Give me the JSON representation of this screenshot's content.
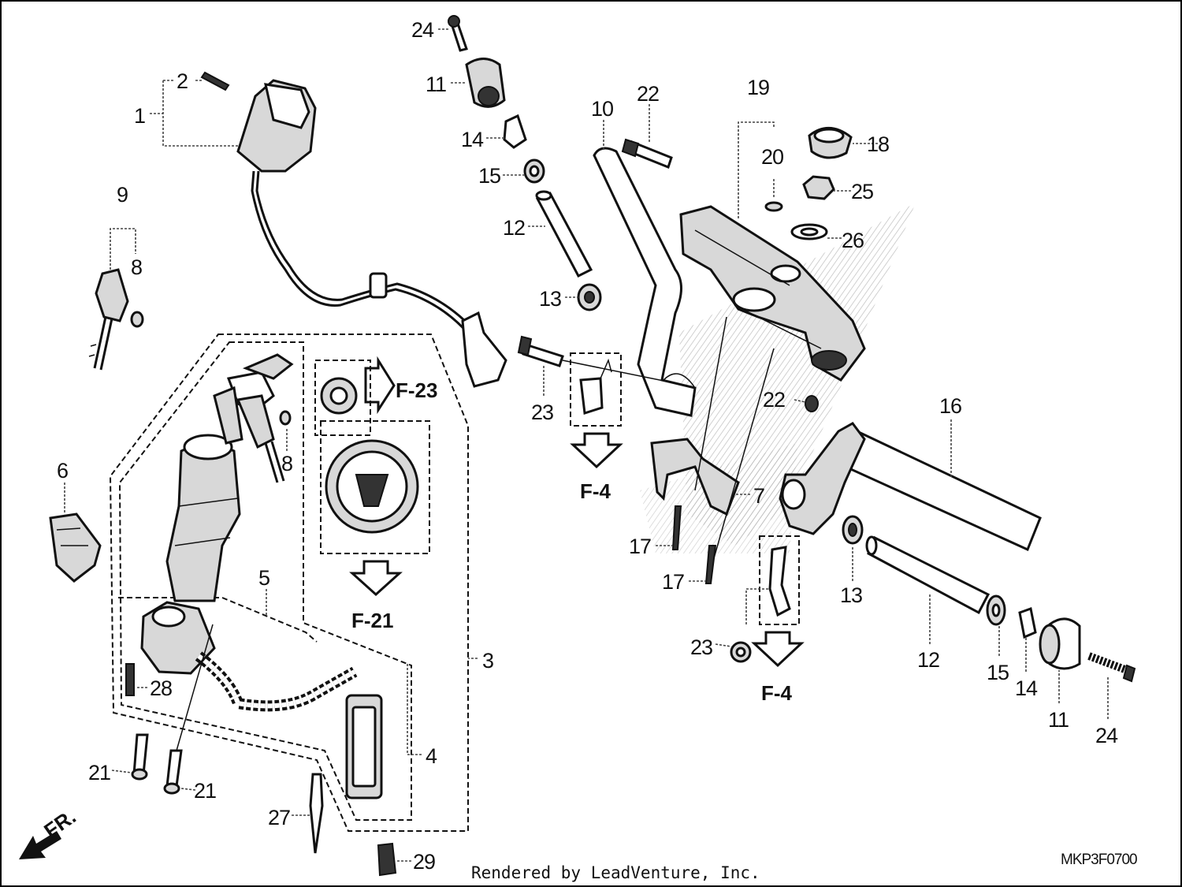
{
  "labels": {
    "p1": "1",
    "p2": "2",
    "p3": "3",
    "p4": "4",
    "p5": "5",
    "p6": "6",
    "p7": "7",
    "p8a": "8",
    "p8b": "8",
    "p9": "9",
    "p10": "10",
    "p11a": "11",
    "p11b": "11",
    "p12a": "12",
    "p12b": "12",
    "p13a": "13",
    "p13b": "13",
    "p14a": "14",
    "p14b": "14",
    "p15a": "15",
    "p15b": "15",
    "p16": "16",
    "p17a": "17",
    "p17b": "17",
    "p18": "18",
    "p19": "19",
    "p20": "20",
    "p21a": "21",
    "p21b": "21",
    "p22a": "22",
    "p22b": "22",
    "p23a": "23",
    "p23b": "23",
    "p24a": "24",
    "p24b": "24",
    "p25": "25",
    "p26": "26",
    "p27": "27",
    "p28": "28",
    "p29": "29"
  },
  "refs": {
    "f23": "F-23",
    "f21": "F-21",
    "f4a": "F-4",
    "f4b": "F-4"
  },
  "direction": "FR.",
  "diagram_code": "MKP3F0700",
  "credit": "Rendered by LeadVenture, Inc.",
  "icons": {
    "front_arrow": "front-direction-arrow-icon",
    "ref_arrow": "reference-arrow-icon"
  }
}
